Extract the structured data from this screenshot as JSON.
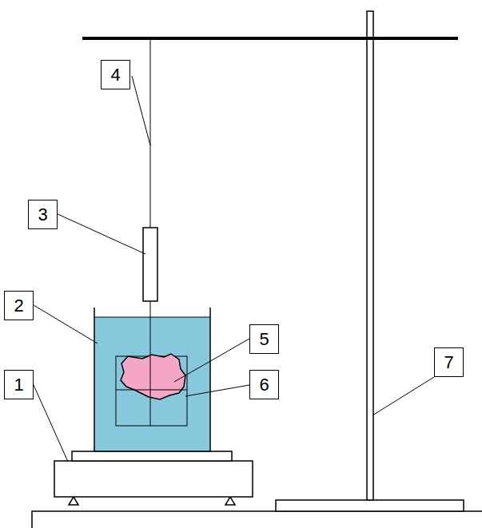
{
  "diagram": {
    "nodes": [
      {
        "text": [
          "4"
        ]
      },
      {
        "text": [
          "3"
        ]
      },
      {
        "text": [
          "2"
        ]
      },
      {
        "text": [
          "5"
        ]
      },
      {
        "text": [
          "1"
        ]
      },
      {
        "text": [
          "6"
        ]
      },
      {
        "text": [
          "7"
        ]
      }
    ]
  }
}
